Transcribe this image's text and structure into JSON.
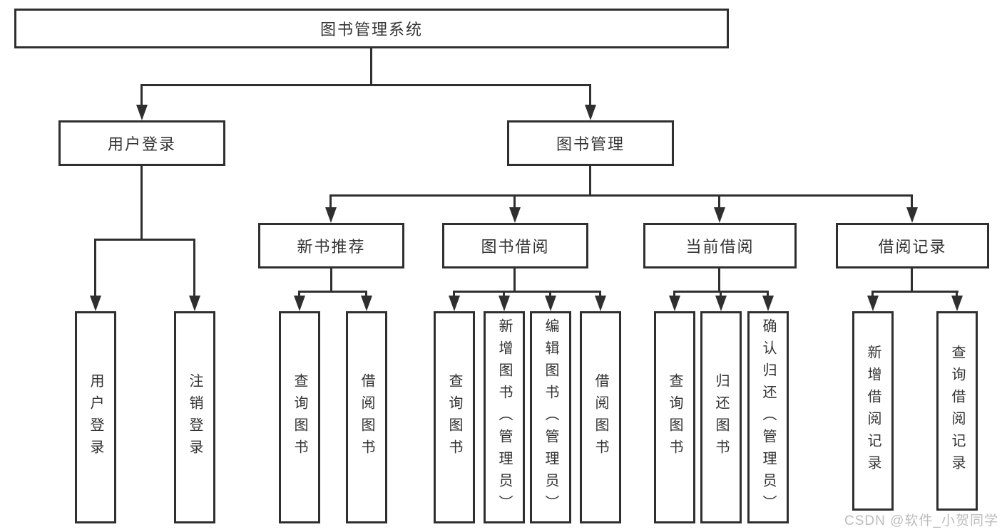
{
  "diagram": {
    "type": "hierarchy",
    "root": {
      "label": "图书管理系统"
    },
    "branches": [
      {
        "label": "用户登录",
        "leaves": [
          {
            "label": "用户登录"
          },
          {
            "label": "注销登录"
          }
        ]
      },
      {
        "label": "图书管理",
        "sections": [
          {
            "label": "新书推荐",
            "leaves": [
              {
                "label": "查询图书"
              },
              {
                "label": "借阅图书"
              }
            ]
          },
          {
            "label": "图书借阅",
            "leaves": [
              {
                "label": "查询图书"
              },
              {
                "label": "新增图书（管理员）"
              },
              {
                "label": "编辑图书（管理员）"
              },
              {
                "label": "借阅图书"
              }
            ]
          },
          {
            "label": "当前借阅",
            "leaves": [
              {
                "label": "查询图书"
              },
              {
                "label": "归还图书"
              },
              {
                "label": "确认归还（管理员）"
              }
            ]
          },
          {
            "label": "借阅记录",
            "leaves": [
              {
                "label": "新增借阅记录"
              },
              {
                "label": "查询借阅记录"
              }
            ]
          }
        ]
      }
    ]
  },
  "colors": {
    "line": "#2f2f2f",
    "text": "#333333",
    "watermark": "#bcbcbc",
    "background": "#ffffff"
  },
  "watermark": {
    "text": "CSDN @软件_小贺同学"
  }
}
